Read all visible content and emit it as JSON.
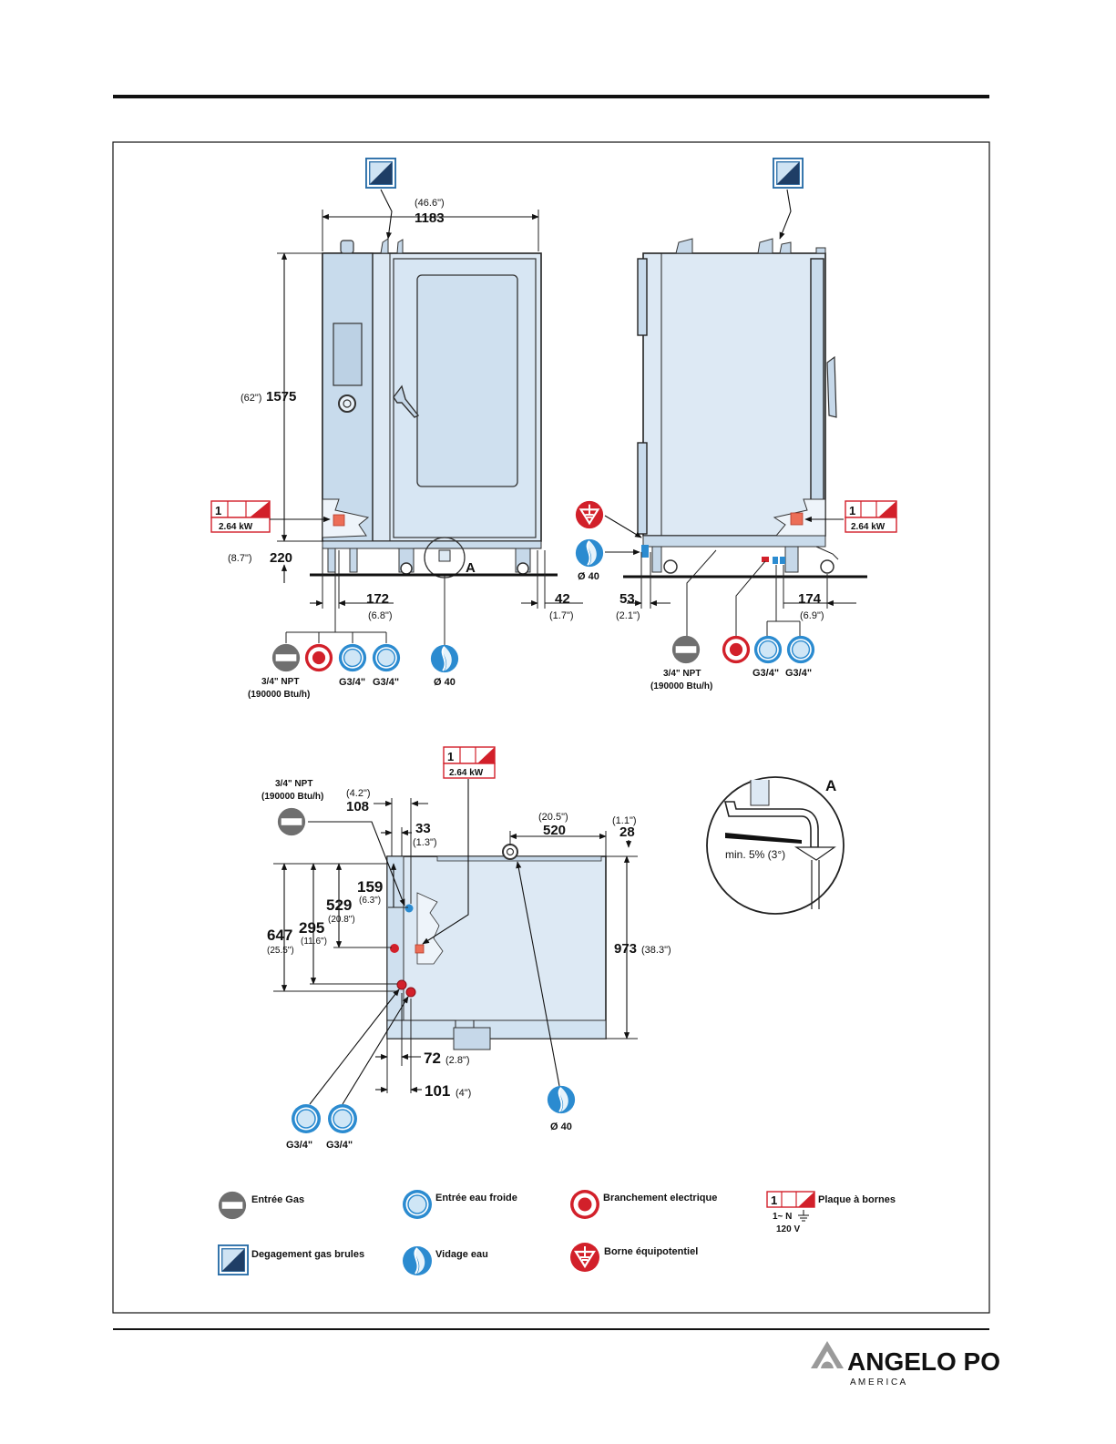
{
  "front_view": {
    "width_mm": "1183",
    "width_in": "(46.6\")",
    "height_mm": "1575",
    "height_in": "(62\")",
    "base_mm": "220",
    "base_in": "(8.7\")",
    "left_offset_mm": "172",
    "left_offset_in": "(6.8\")",
    "right_offset_mm": "42",
    "right_offset_in": "(1.7\")",
    "detail_ref": "A",
    "gas_label": "3/4\" NPT",
    "gas_btu": "(190000 Btu/h)",
    "water1": "G3/4\"",
    "water2": "G3/4\"",
    "drain": "Ø 40",
    "power_label": "1",
    "power_kw": "2.64 kW"
  },
  "side_view": {
    "drain": "Ø 40",
    "left_offset_mm": "53",
    "left_offset_in": "(2.1\")",
    "right_offset_mm": "174",
    "right_offset_in": "(6.9\")",
    "gas_label": "3/4\" NPT",
    "gas_btu": "(190000 Btu/h)",
    "water1": "G3/4\"",
    "water2": "G3/4\"",
    "power_label": "1",
    "power_kw": "2.64 kW"
  },
  "top_view": {
    "gas_label": "3/4\" NPT",
    "gas_btu": "(190000 Btu/h)",
    "power_label": "1",
    "power_kw": "2.64 kW",
    "d108": "108",
    "d108_in": "(4.2\")",
    "d33": "33",
    "d33_in": "(1.3\")",
    "d520": "520",
    "d520_in": "(20.5\")",
    "d28": "28",
    "d28_in": "(1.1\")",
    "d159": "159",
    "d159_in": "(6.3\")",
    "d529": "529",
    "d529_in": "(20.8\")",
    "d295": "295",
    "d295_in": "(11.6\")",
    "d647": "647",
    "d647_in": "(25.5\")",
    "d973": "973",
    "d973_in": "(38.3\")",
    "d72": "72",
    "d72_in": "(2.8\")",
    "d101": "101",
    "d101_in": "(4\")",
    "drain": "Ø 40",
    "water1": "G3/4\"",
    "water2": "G3/4\""
  },
  "detail_a": {
    "label": "A",
    "slope": "min. 5% (3°)"
  },
  "legend": {
    "gas": "Entrée Gas",
    "cold_water": "Entrée eau froide",
    "electric": "Branchement electrique",
    "terminal": "Plaque à bornes",
    "terminal_box_num": "1",
    "terminal_phase": "1~ N",
    "terminal_voltage": "120 V",
    "flue": "Degagement gas brules",
    "drain": "Vidage eau",
    "equipotential": "Borne équipotentiel"
  },
  "brand": {
    "name": "ANGELO PO",
    "sub": "A M E R I C A"
  },
  "colors": {
    "steel_blue": "#dde9f4",
    "water_blue": "#2b8bd0",
    "electric_red": "#d2202a",
    "gas_gray": "#6f6f6f"
  }
}
